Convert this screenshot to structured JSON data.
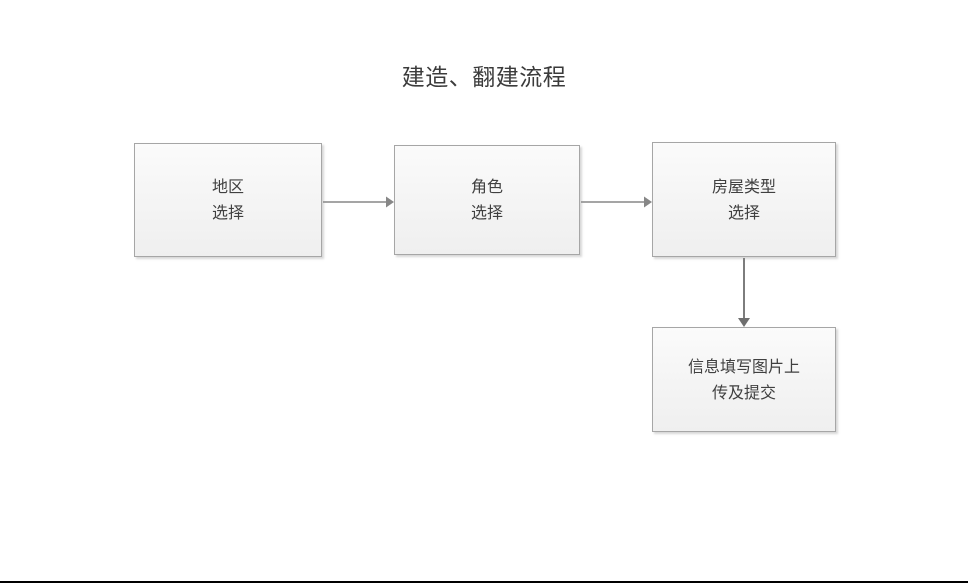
{
  "diagram": {
    "title": "建造、翻建流程",
    "background_color": "#ffffff",
    "node_fill_color": "#f4f4f4",
    "node_border_color": "#a6a6a6",
    "connector_color": "#878787",
    "text_color": "#404040",
    "nodes": [
      {
        "id": "area",
        "label": "地区\n选择",
        "line1": "地区",
        "line2": "选择"
      },
      {
        "id": "role",
        "label": "角色\n选择",
        "line1": "角色",
        "line2": "选择"
      },
      {
        "id": "housetype",
        "label": "房屋类型\n选择",
        "line1": "房屋类型",
        "line2": "选择"
      },
      {
        "id": "submit",
        "label": "信息填写图片上\n传及提交",
        "line1": "信息填写图片上",
        "line2": "传及提交"
      }
    ],
    "connectors": [
      {
        "id": "area-to-role",
        "from": "area",
        "to": "role",
        "direction": "right"
      },
      {
        "id": "role-to-housetype",
        "from": "role",
        "to": "housetype",
        "direction": "right"
      },
      {
        "id": "housetype-to-submit",
        "from": "housetype",
        "to": "submit",
        "direction": "down"
      }
    ]
  }
}
